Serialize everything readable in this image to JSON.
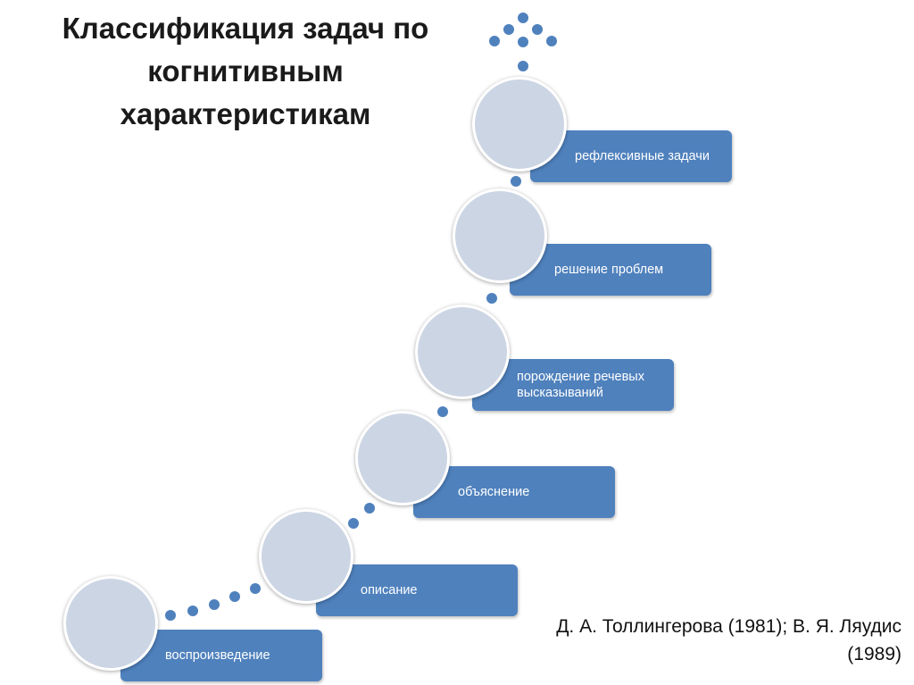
{
  "title": {
    "line1": "Классификация задач по",
    "line2": "когнитивным",
    "line3": "характеристикам"
  },
  "steps": [
    {
      "label": "воспроизведение"
    },
    {
      "label": "описание"
    },
    {
      "label": "объяснение"
    },
    {
      "label": "порождение речевых высказываний"
    },
    {
      "label": "решение проблем"
    },
    {
      "label": "рефлексивные задачи"
    }
  ],
  "citation": {
    "line1": "Д. А. Толлингерова (1981); В. Я. Ляудис",
    "line2": "(1989)"
  },
  "colors": {
    "box": "#4f81bd",
    "circle": "#ccd5e4",
    "dot": "#4f81bd"
  }
}
